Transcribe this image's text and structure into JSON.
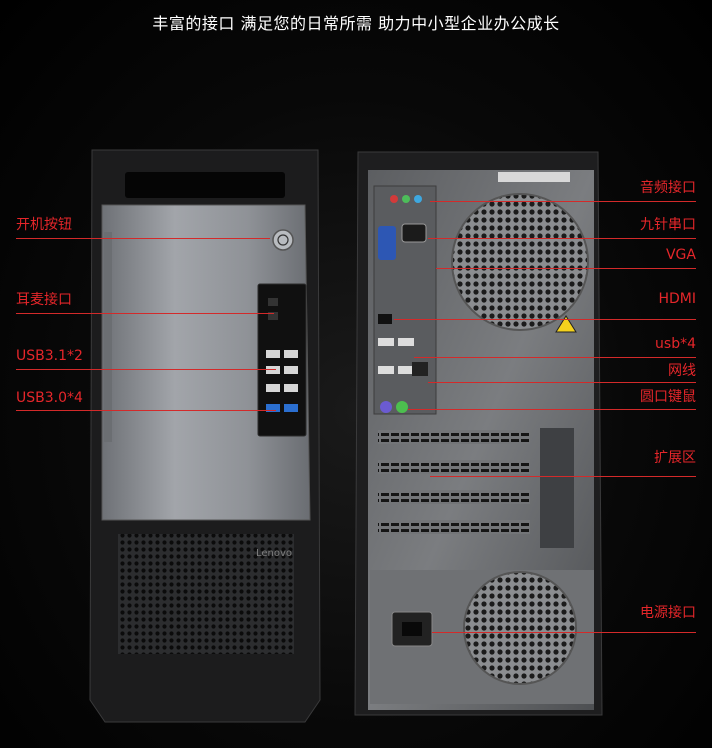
{
  "headline": "丰富的接口 满足您的日常所需 助力中小型企业办公成长",
  "brand": {
    "logo_text": "Lenovo"
  },
  "front_callouts": [
    {
      "id": "power",
      "label": "开机按钮"
    },
    {
      "id": "audio",
      "label": "耳麦接口"
    },
    {
      "id": "usb31",
      "label": "USB3.1*2"
    },
    {
      "id": "usb30",
      "label": "USB3.0*4"
    }
  ],
  "rear_callouts": [
    {
      "id": "audio-rear",
      "label": "音频接口"
    },
    {
      "id": "serial",
      "label": "九针串口"
    },
    {
      "id": "vga",
      "label": "VGA"
    },
    {
      "id": "hdmi",
      "label": "HDMI"
    },
    {
      "id": "usb",
      "label": "usb*4"
    },
    {
      "id": "lan",
      "label": "网线"
    },
    {
      "id": "ps2",
      "label": "圆口键鼠"
    },
    {
      "id": "expansion",
      "label": "扩展区"
    },
    {
      "id": "power-in",
      "label": "电源接口"
    }
  ],
  "colors": {
    "accent_red": "#e5262a",
    "background": "#000000",
    "chassis_dark": "#1f1f1f",
    "panel_silver": "#8d9095"
  }
}
